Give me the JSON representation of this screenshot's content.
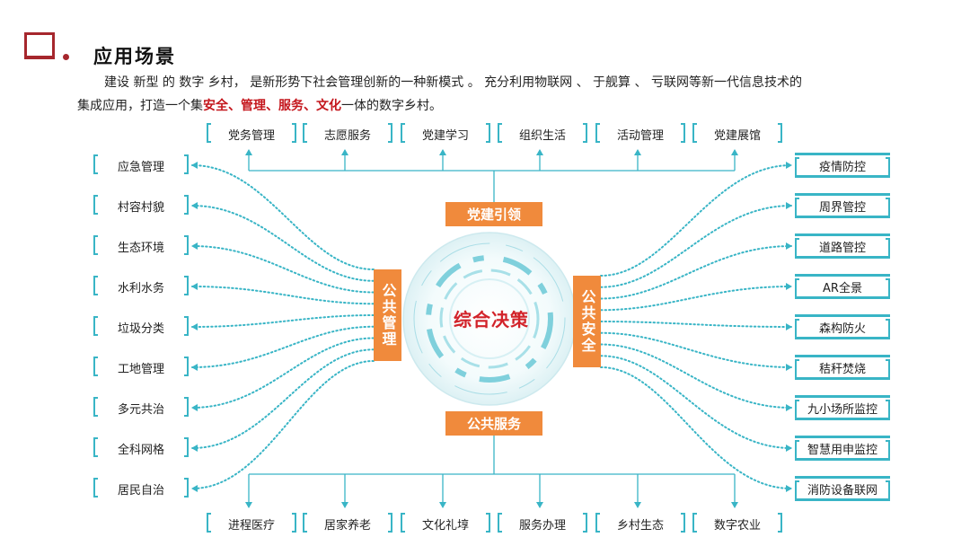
{
  "header": {
    "title": "应用场景",
    "intro_line1": "建设 新型 的 数字 乡村， 是新形势下社会管理创新的一种新模式 。 充分利用物联网 、 于舰算 、 亏联网等新一代信息技术的",
    "intro_line2_pre": "集成应用，打造一个集",
    "intro_highlights": [
      "安全、",
      "管理、",
      "服务、",
      "文化"
    ],
    "intro_line2_post": "一体的数字乡村。"
  },
  "colors": {
    "accent": "#a6272d",
    "orange": "#f08a3c",
    "teal": "#39b5c6",
    "highlight": "#c4161c",
    "center": "#d2232a"
  },
  "diagram": {
    "center": "综合决策",
    "hubs": {
      "top": "党建引领",
      "left": "公共管理",
      "right": "公共安全",
      "bottom": "公共服务"
    },
    "top_items": [
      "党务管理",
      "志愿服务",
      "党建学习",
      "组织生活",
      "活动管理",
      "党建展馆"
    ],
    "left_items": [
      "应急管理",
      "村容村貌",
      "生态环境",
      "水利水务",
      "垃圾分类",
      "工地管理",
      "多元共治",
      "全科网格",
      "居民自治"
    ],
    "right_items": [
      "疫情防控",
      "周界管控",
      "道路管控",
      "AR全景",
      "森构防火",
      "秸秆焚烧",
      "九小场所监控",
      "智慧用申监控",
      "消防设备联网"
    ],
    "bottom_items": [
      "进程医疗",
      "居家养老",
      "文化礼埻",
      "服务办理",
      "乡村生态",
      "数字农业"
    ]
  }
}
